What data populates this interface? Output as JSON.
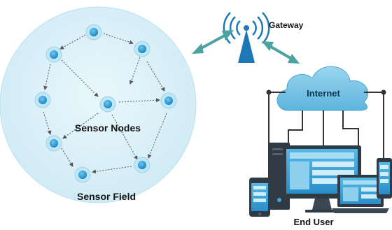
{
  "labels": {
    "sensor_nodes": "Sensor Nodes",
    "sensor_field": "Sensor Field",
    "gateway": "Gateway",
    "internet": "Internet",
    "end_user": "End User"
  },
  "colors": {
    "field_fill": "#d8f0f8",
    "field_edge": "#b9e1ef",
    "node_ring": "#bfe6f4",
    "node_core": "#2a9fd6",
    "arrow_teal": "#4aa3a0",
    "cloud": "#7cc5e6",
    "cloud_dark": "#5fb3dc",
    "device_dark": "#2f3a45",
    "screen": "#3ea6dd"
  },
  "icons": [
    "sensor-node-icon",
    "gateway-antenna-icon",
    "cloud-icon",
    "desktop-icon",
    "laptop-icon",
    "tablet-icon",
    "phone-icon"
  ]
}
